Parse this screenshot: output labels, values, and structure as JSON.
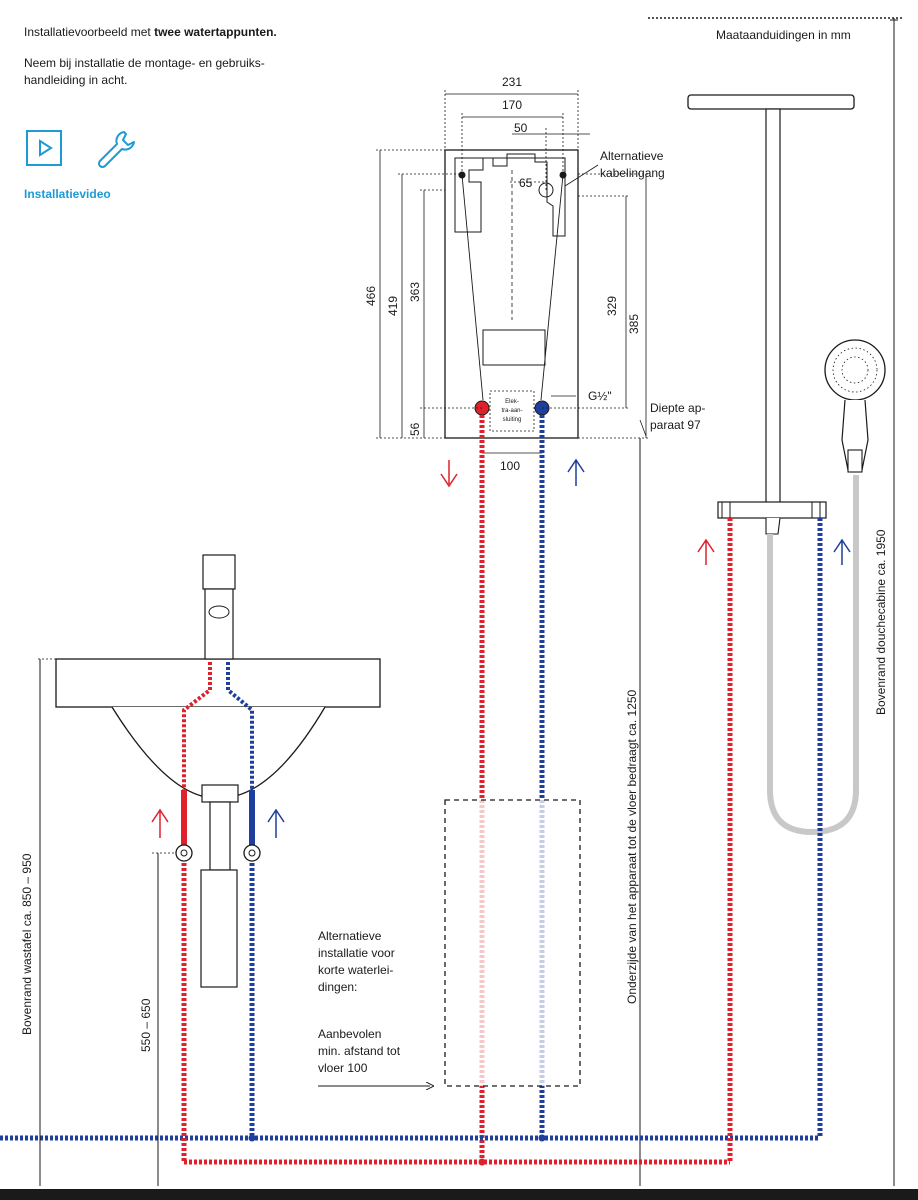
{
  "header": {
    "intro_prefix": "Installatievoorbeeld met ",
    "intro_bold": "twee watertappunten.",
    "note_line1": "Neem bij installatie de montage- en gebruiks-",
    "note_line2": "handleiding in acht.",
    "units_label": "Maataanduidingen in mm"
  },
  "video": {
    "label": "Installatievideo",
    "play_icon": "play-icon",
    "tool_icon": "wrench-icon"
  },
  "dimensions": {
    "width_outer": "231",
    "width_holes": "170",
    "offset_50": "50",
    "offset_65": "65",
    "height_total": "466",
    "height_419": "419",
    "height_363": "363",
    "height_56": "56",
    "height_329": "329",
    "height_385": "385",
    "pipe_spacing": "100"
  },
  "labels": {
    "alt_cable_line1": "Alternatieve",
    "alt_cable_line2": "kabelingang",
    "thread": "G½\"",
    "depth_line1": "Diepte ap-",
    "depth_line2": "paraat 97",
    "electrical_line1": "Elek-",
    "electrical_line2": "tra-aan-",
    "electrical_line3": "sluiting",
    "alt_install_line1": "Alternatieve",
    "alt_install_line2": "installatie voor",
    "alt_install_line3": "korte waterlei-",
    "alt_install_line4": "dingen:",
    "recommended_line1": "Aanbevolen",
    "recommended_line2": "min. afstand tot",
    "recommended_line3": "vloer 100",
    "basin_height": "Bovenrand wastafel ca. 850 – 950",
    "valve_height": "550 – 650",
    "device_floor": "Onderzijde van het apparaat tot de vloer bedraagt ca. 1250",
    "shower_height": "Bovenrand douchecabine ca. 1950"
  },
  "colors": {
    "hot": "#e0202a",
    "cold": "#1f3f9e",
    "accent": "#1e9ad6",
    "line": "#1a1a1a"
  }
}
